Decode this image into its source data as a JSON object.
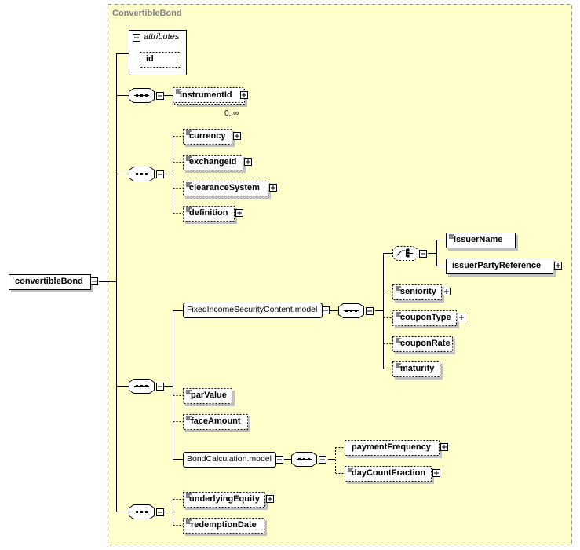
{
  "container_label": "ConvertibleBond",
  "root": {
    "label": "convertibleBond"
  },
  "attributes_group": {
    "label": "attributes",
    "items": [
      "id"
    ]
  },
  "elements": {
    "instrumentId": "instrumentId",
    "instrumentId_occurrence": "0..∞",
    "currency": "currency",
    "exchangeId": "exchangeId",
    "clearanceSystem": "clearanceSystem",
    "definition": "definition",
    "fixedIncomeModel": "FixedIncomeSecurityContent.model",
    "issuerName": "issuerName",
    "issuerPartyReference": "issuerPartyReference",
    "seniority": "seniority",
    "couponType": "couponType",
    "couponRate": "couponRate",
    "maturity": "maturity",
    "parValue": "parValue",
    "faceAmount": "faceAmount",
    "bondCalculationModel": "BondCalculation.model",
    "paymentFrequency": "paymentFrequency",
    "dayCountFraction": "dayCountFraction",
    "underlyingEquity": "underlyingEquity",
    "redemptionDate": "redemptionDate"
  },
  "colors": {
    "container_fill": "#ffffcc",
    "container_border": "#999999",
    "box_fill": "#ffffff",
    "line": "#000000"
  },
  "icons": [
    "expand-plus-icon",
    "collapse-minus-icon",
    "sequence-icon",
    "choice-icon",
    "documentation-lines-icon"
  ]
}
